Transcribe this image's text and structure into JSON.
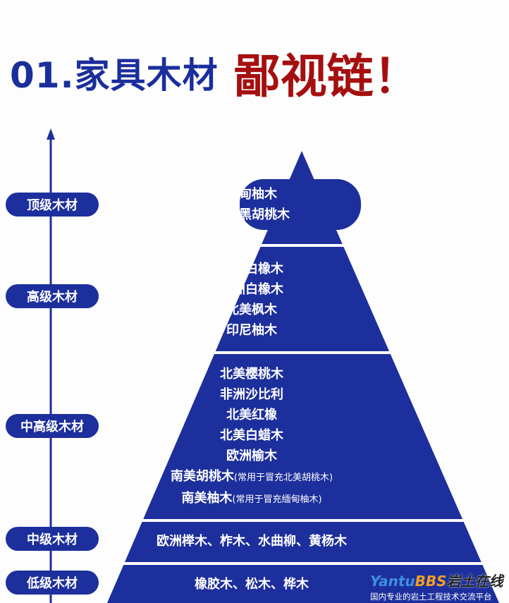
{
  "title": {
    "part1": "01.家具木材",
    "part2": "鄙视链！"
  },
  "levels": [
    "顶级木材",
    "高级木材",
    "中高级木材",
    "中级木材",
    "低级木材"
  ],
  "tiers": {
    "top": [
      "缅甸柚木",
      "北美黑胡桃木"
    ],
    "high": [
      "北美白橡木",
      "欧洲白橡木",
      "北美枫木",
      "印尼柚木"
    ],
    "midhigh": [
      "北美樱桃木",
      "非洲沙比利",
      "北美红橡",
      "北美白蜡木",
      "欧洲榆木"
    ],
    "midhigh_note1": {
      "name": "南美胡桃木",
      "note": "(常用于冒充北美胡桃木)"
    },
    "midhigh_note2": {
      "name": "南美柚木",
      "note": "(常用于冒充缅甸柚木)"
    },
    "mid": "欧洲榉木、柞木、水曲柳、黄杨木",
    "low": "橡胶木、松木、桦木"
  },
  "watermark": {
    "yantu": "Yantu",
    "bbs": "BBS",
    "cn": "岩土在线",
    "sub": "国内专业的岩土工程技术交流平台"
  },
  "colors": {
    "blue": "#1d2f9d",
    "red": "#a50f0f"
  }
}
